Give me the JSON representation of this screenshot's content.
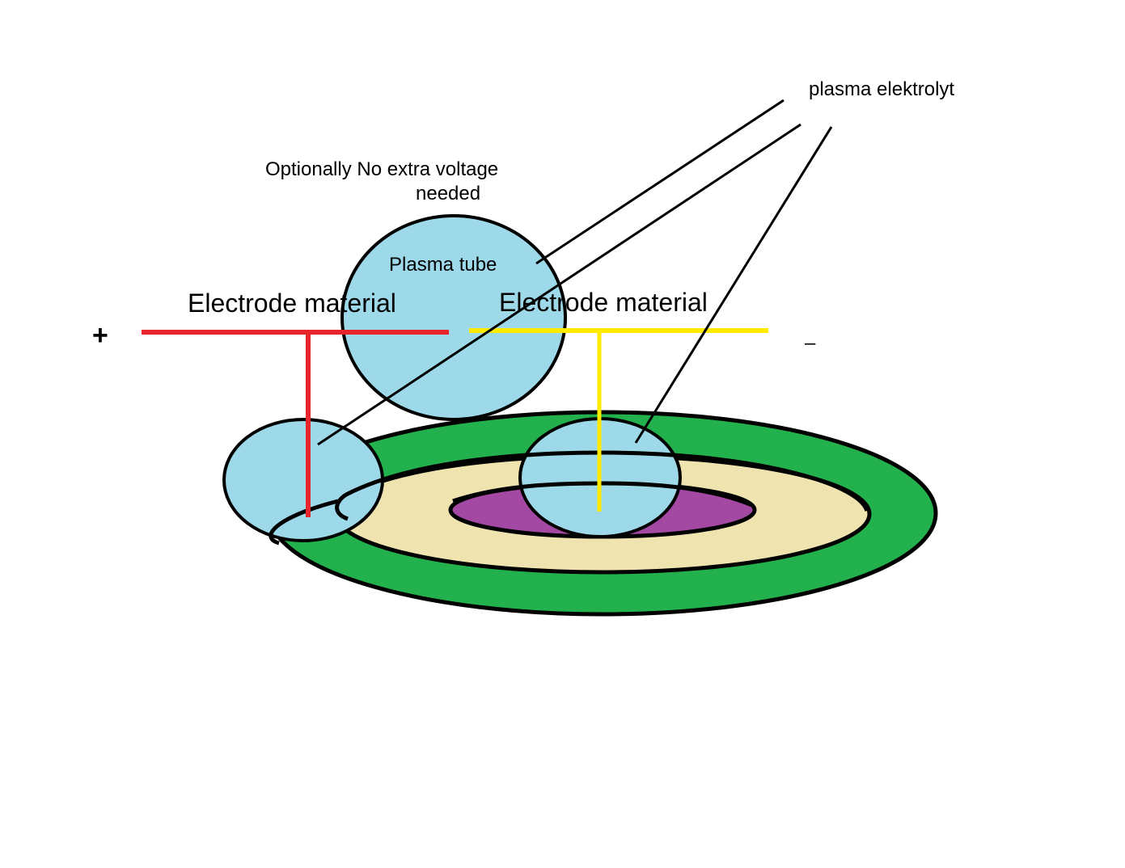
{
  "labels": {
    "plasma_electrolyte": "plasma elektrolyt",
    "optional_note_line1": "Optionally No extra voltage",
    "optional_note_line2": "needed",
    "plasma_tube": "Plasma tube",
    "electrode_left": "Electrode material",
    "electrode_right": "Electrode material",
    "plus_sign": "+",
    "minus_sign": "–"
  },
  "colors": {
    "positive_wire": "#e8252d",
    "negative_wire": "#ffea00",
    "plasma_fill": "#9ed9ea",
    "outer_ring": "#22b14c",
    "middle_ring": "#efe4b0",
    "inner_core": "#a349a4",
    "outline": "#000000"
  }
}
